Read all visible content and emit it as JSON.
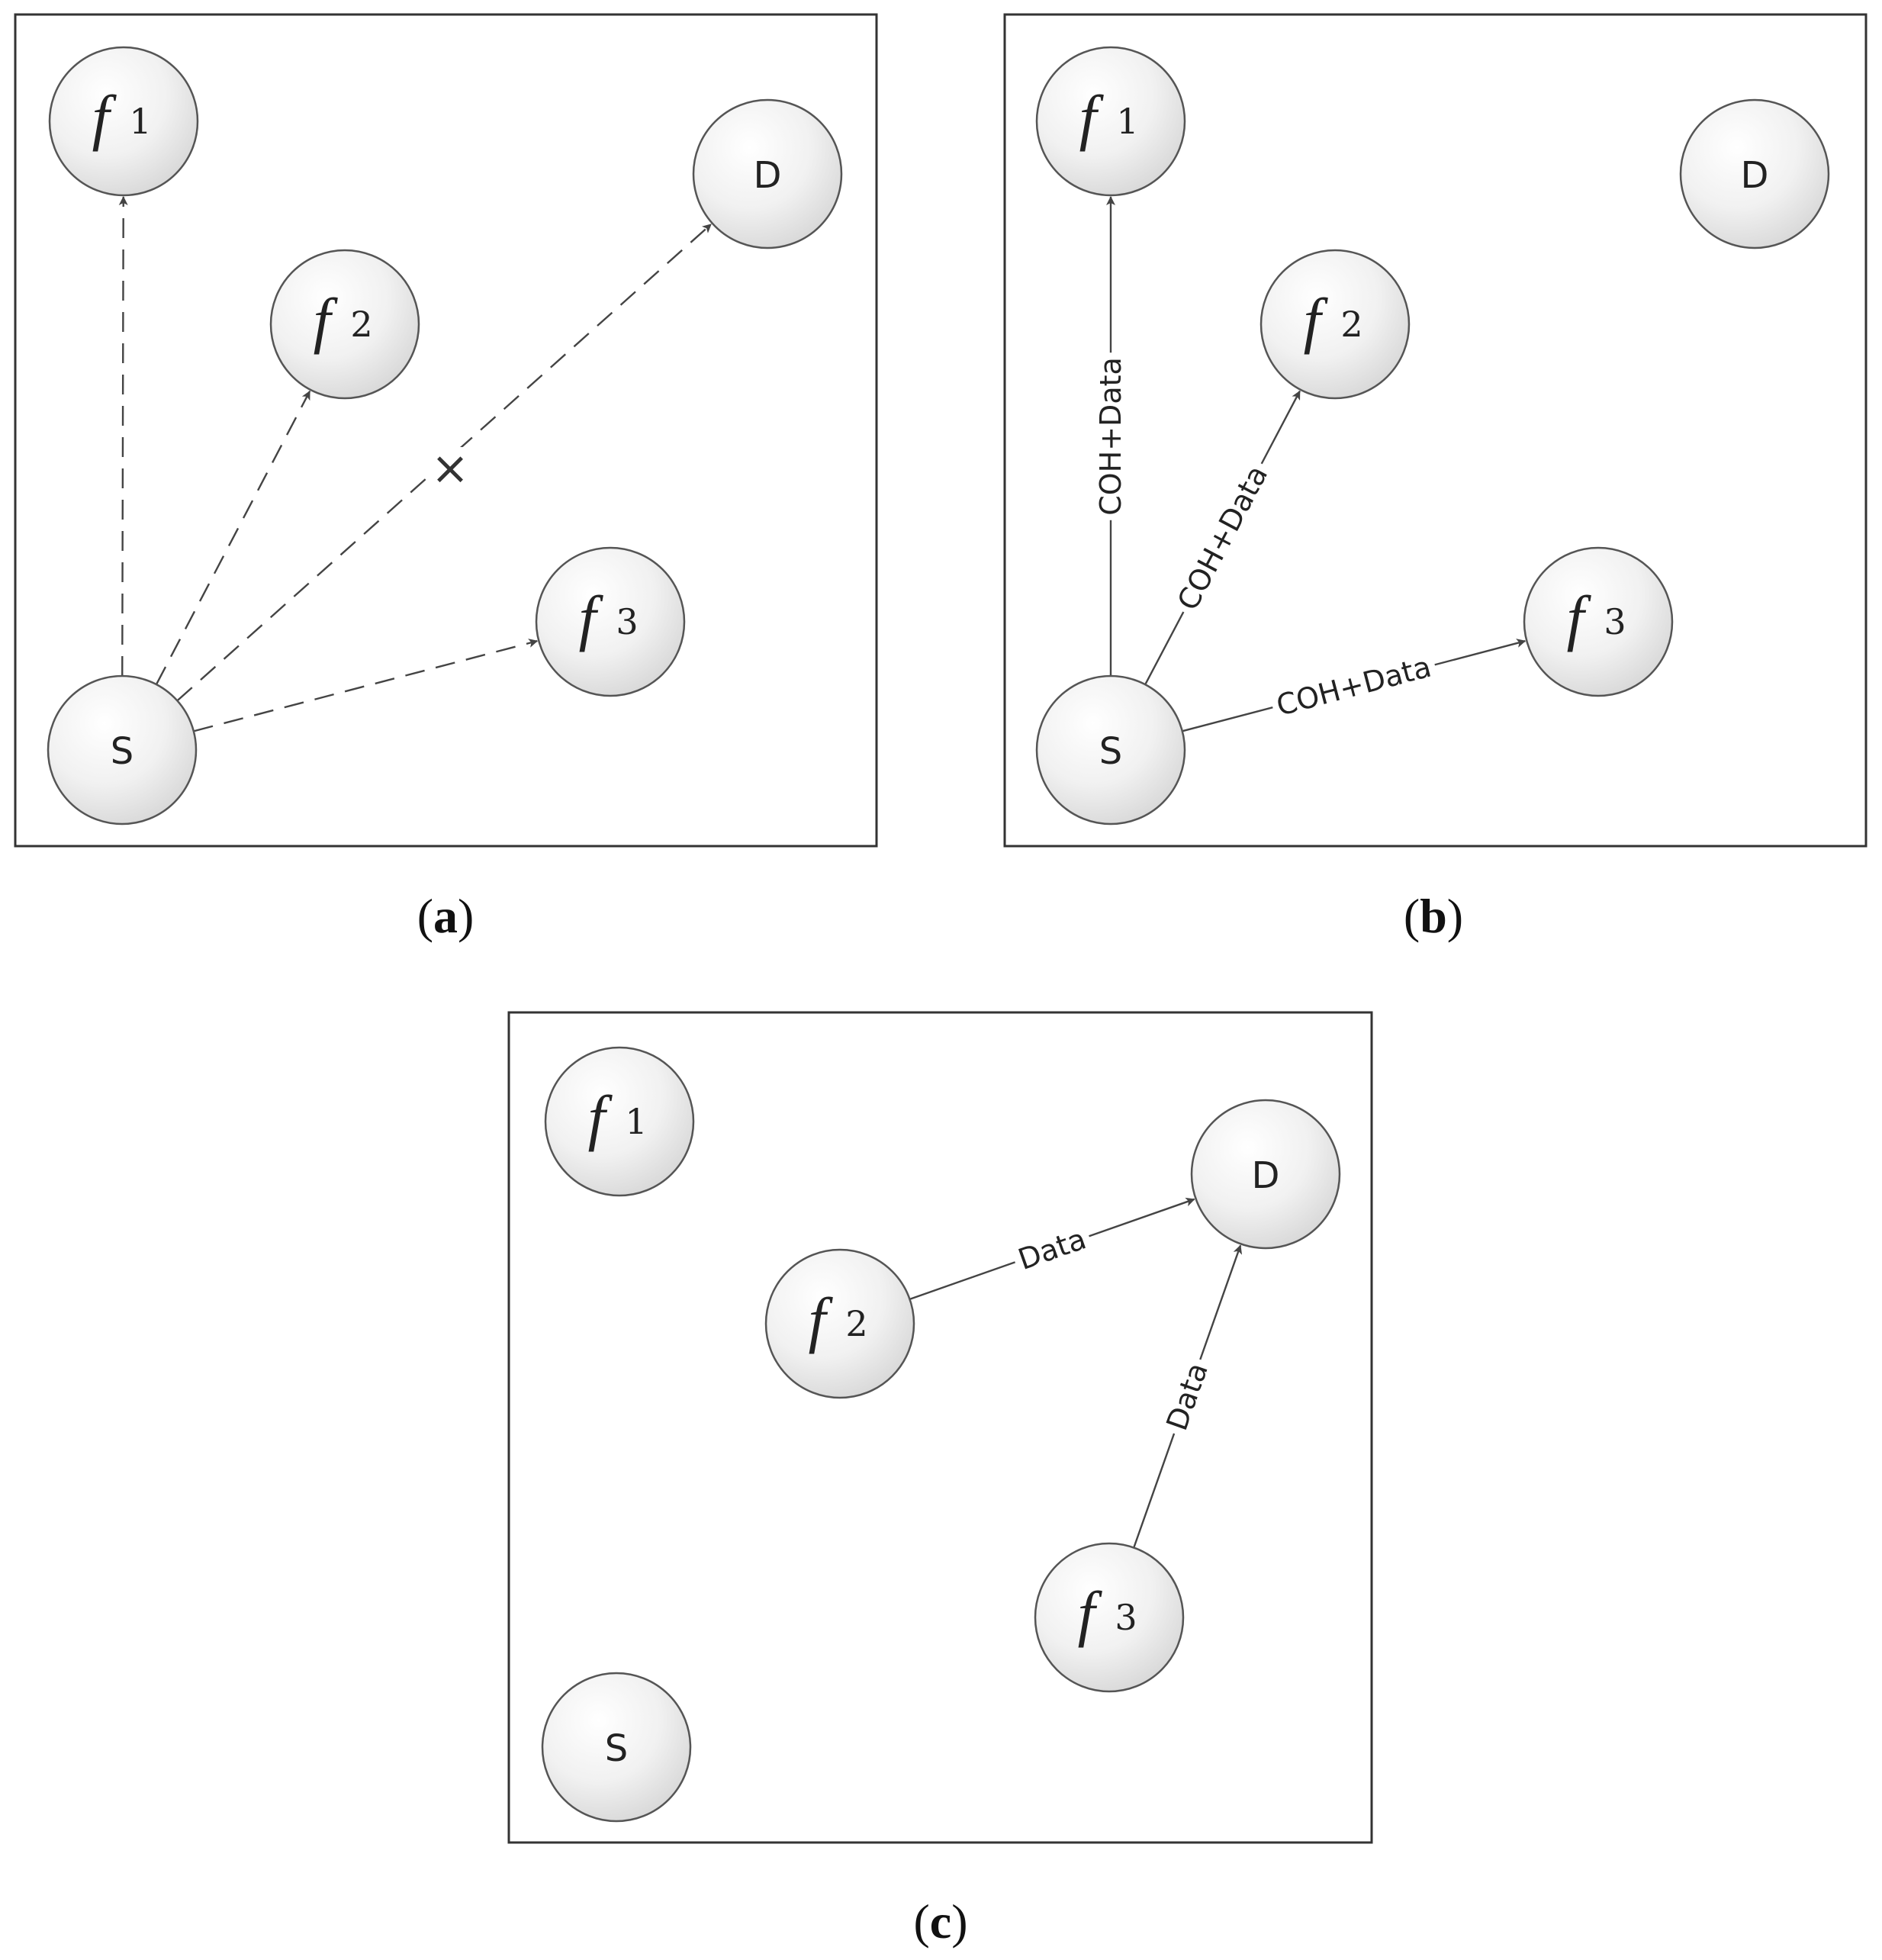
{
  "node_labels": {
    "f_symbol": "f",
    "f1_sub": "1",
    "f2_sub": "2",
    "f3_sub": "3",
    "source": "S",
    "destination": "D"
  },
  "panels": [
    {
      "id": "a",
      "caption": {
        "open": "(",
        "letter": "a",
        "close": ")"
      },
      "edges": [
        {
          "from": "S",
          "to": "f1",
          "style": "dashed",
          "label": ""
        },
        {
          "from": "S",
          "to": "f2",
          "style": "dashed",
          "label": ""
        },
        {
          "from": "S",
          "to": "D",
          "style": "dashed",
          "label": "",
          "blocked_mark": "×"
        },
        {
          "from": "S",
          "to": "f3",
          "style": "dashed",
          "label": ""
        }
      ]
    },
    {
      "id": "b",
      "caption": {
        "open": "(",
        "letter": "b",
        "close": ")"
      },
      "edges": [
        {
          "from": "S",
          "to": "f1",
          "style": "solid",
          "label": "COH+Data"
        },
        {
          "from": "S",
          "to": "f2",
          "style": "solid",
          "label": "COH+Data"
        },
        {
          "from": "S",
          "to": "f3",
          "style": "solid",
          "label": "COH+Data"
        }
      ]
    },
    {
      "id": "c",
      "caption": {
        "open": "(",
        "letter": "c",
        "close": ")"
      },
      "edges": [
        {
          "from": "f2",
          "to": "D",
          "style": "solid",
          "label": "Data"
        },
        {
          "from": "f3",
          "to": "D",
          "style": "solid",
          "label": "Data"
        }
      ]
    }
  ],
  "colors": {
    "node_fill_light": "#fafafa",
    "node_fill_dark": "#dcdcdc",
    "line": "#444444",
    "frame": "#333333"
  }
}
